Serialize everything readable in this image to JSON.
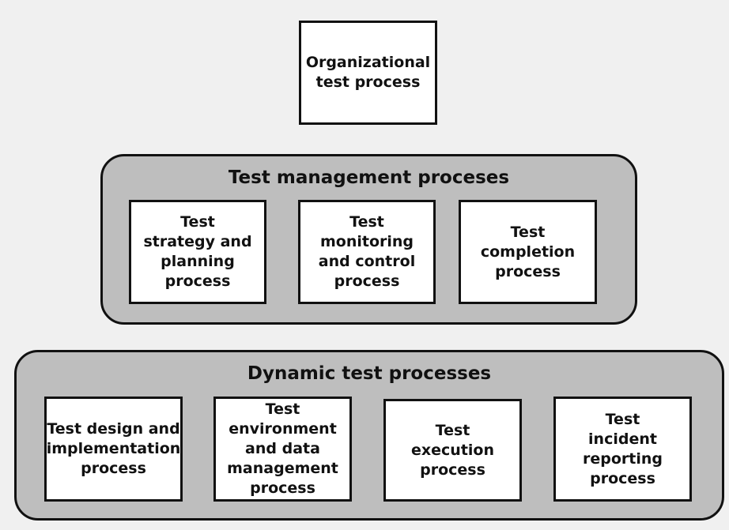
{
  "top": {
    "label": "Organizational\ntest process"
  },
  "management": {
    "title": "Test management proceses",
    "items": [
      "Test\nstrategy and\nplanning\nprocess",
      "Test\nmonitoring\nand control\nprocess",
      "Test\ncompletion\nprocess"
    ]
  },
  "dynamic": {
    "title": "Dynamic test processes",
    "items": [
      "Test design and\nimplementation\nprocess",
      "Test\nenvironment\nand data\nmanagement\nprocess",
      "Test\nexecution\nprocess",
      "Test\nincident\nreporting\nprocess"
    ]
  }
}
